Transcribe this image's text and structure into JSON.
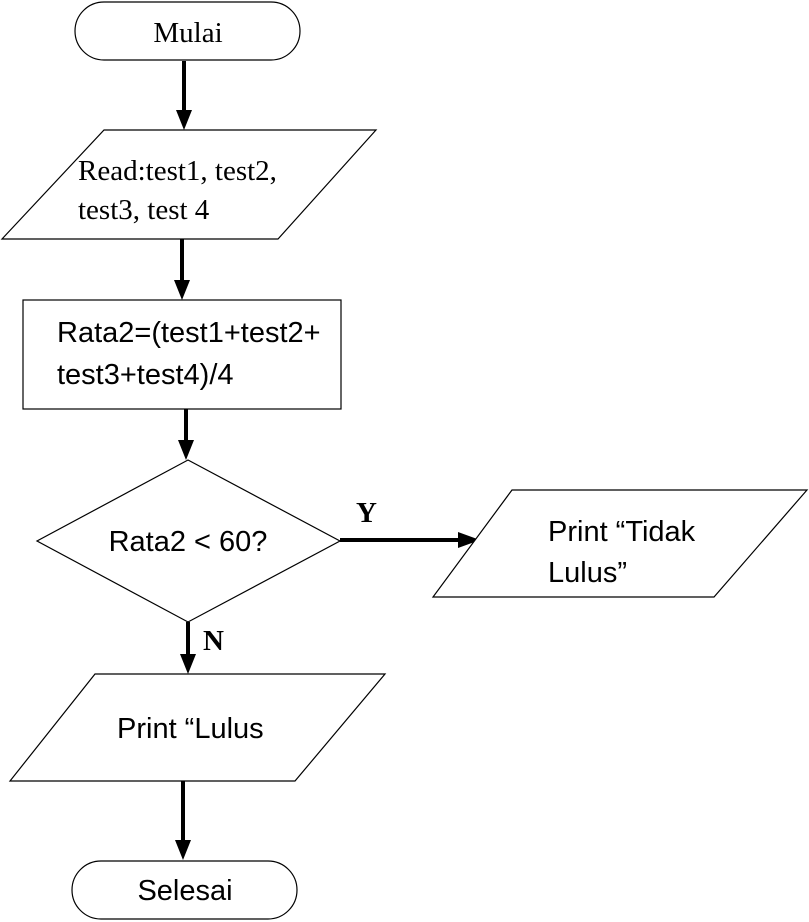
{
  "flowchart": {
    "start": {
      "label": "Mulai"
    },
    "input": {
      "line1": "Read:test1, test2,",
      "line2": "test3, test 4"
    },
    "process": {
      "line1": "Rata2=(test1+test2+",
      "line2": "test3+test4)/4"
    },
    "decision": {
      "label": "Rata2 < 60?",
      "yes_label": "Y",
      "no_label": "N"
    },
    "output_fail": {
      "line1": "Print “Tidak",
      "line2": "Lulus”"
    },
    "output_pass": {
      "label": "Print “Lulus"
    },
    "end": {
      "label": "Selesai"
    }
  }
}
